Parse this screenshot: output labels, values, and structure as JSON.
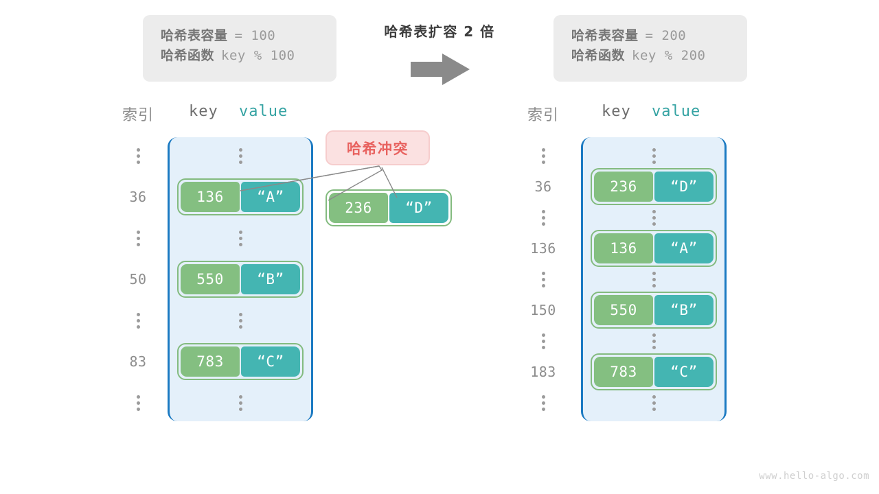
{
  "diagram": {
    "title": "哈希表扩容 2 倍",
    "watermark": "www.hello-algo.com",
    "arrow_icon": "right-arrow-icon",
    "colors": {
      "bucket_fill": "#e4f0fa",
      "bucket_border": "#1b7ac2",
      "key_cell": "#84bf81",
      "value_cell": "#44b5b2",
      "entry_border": "#83bb7f",
      "badge_bg": "#fbe1e1",
      "badge_text": "#e8625f",
      "info_bg": "#ececec"
    }
  },
  "info_left": {
    "capacity_label": "哈希表容量",
    "capacity_value": "= 100",
    "function_label": "哈希函数",
    "function_value": "key % 100"
  },
  "info_right": {
    "capacity_label": "哈希表容量",
    "capacity_value": "= 200",
    "function_label": "哈希函数",
    "function_value": "key % 200"
  },
  "headers": {
    "index": "索引",
    "key": "key",
    "value": "value"
  },
  "collision": {
    "badge_label": "哈希冲突",
    "entry": {
      "key": "236",
      "value": "“D”"
    }
  },
  "left_table": {
    "rows": [
      {
        "index": "⋮",
        "type": "dots"
      },
      {
        "index": "36",
        "type": "entry",
        "key": "136",
        "value": "“A”"
      },
      {
        "index": "⋮",
        "type": "dots"
      },
      {
        "index": "50",
        "type": "entry",
        "key": "550",
        "value": "“B”"
      },
      {
        "index": "⋮",
        "type": "dots"
      },
      {
        "index": "83",
        "type": "entry",
        "key": "783",
        "value": "“C”"
      },
      {
        "index": "⋮",
        "type": "dots"
      }
    ]
  },
  "right_table": {
    "rows": [
      {
        "index": "⋮",
        "type": "dots"
      },
      {
        "index": "36",
        "type": "entry",
        "key": "236",
        "value": "“D”"
      },
      {
        "index": "⋮",
        "type": "dots"
      },
      {
        "index": "136",
        "type": "entry",
        "key": "136",
        "value": "“A”"
      },
      {
        "index": "⋮",
        "type": "dots"
      },
      {
        "index": "150",
        "type": "entry",
        "key": "550",
        "value": "“B”"
      },
      {
        "index": "⋮",
        "type": "dots"
      },
      {
        "index": "183",
        "type": "entry",
        "key": "783",
        "value": "“C”"
      },
      {
        "index": "⋮",
        "type": "dots"
      }
    ]
  }
}
